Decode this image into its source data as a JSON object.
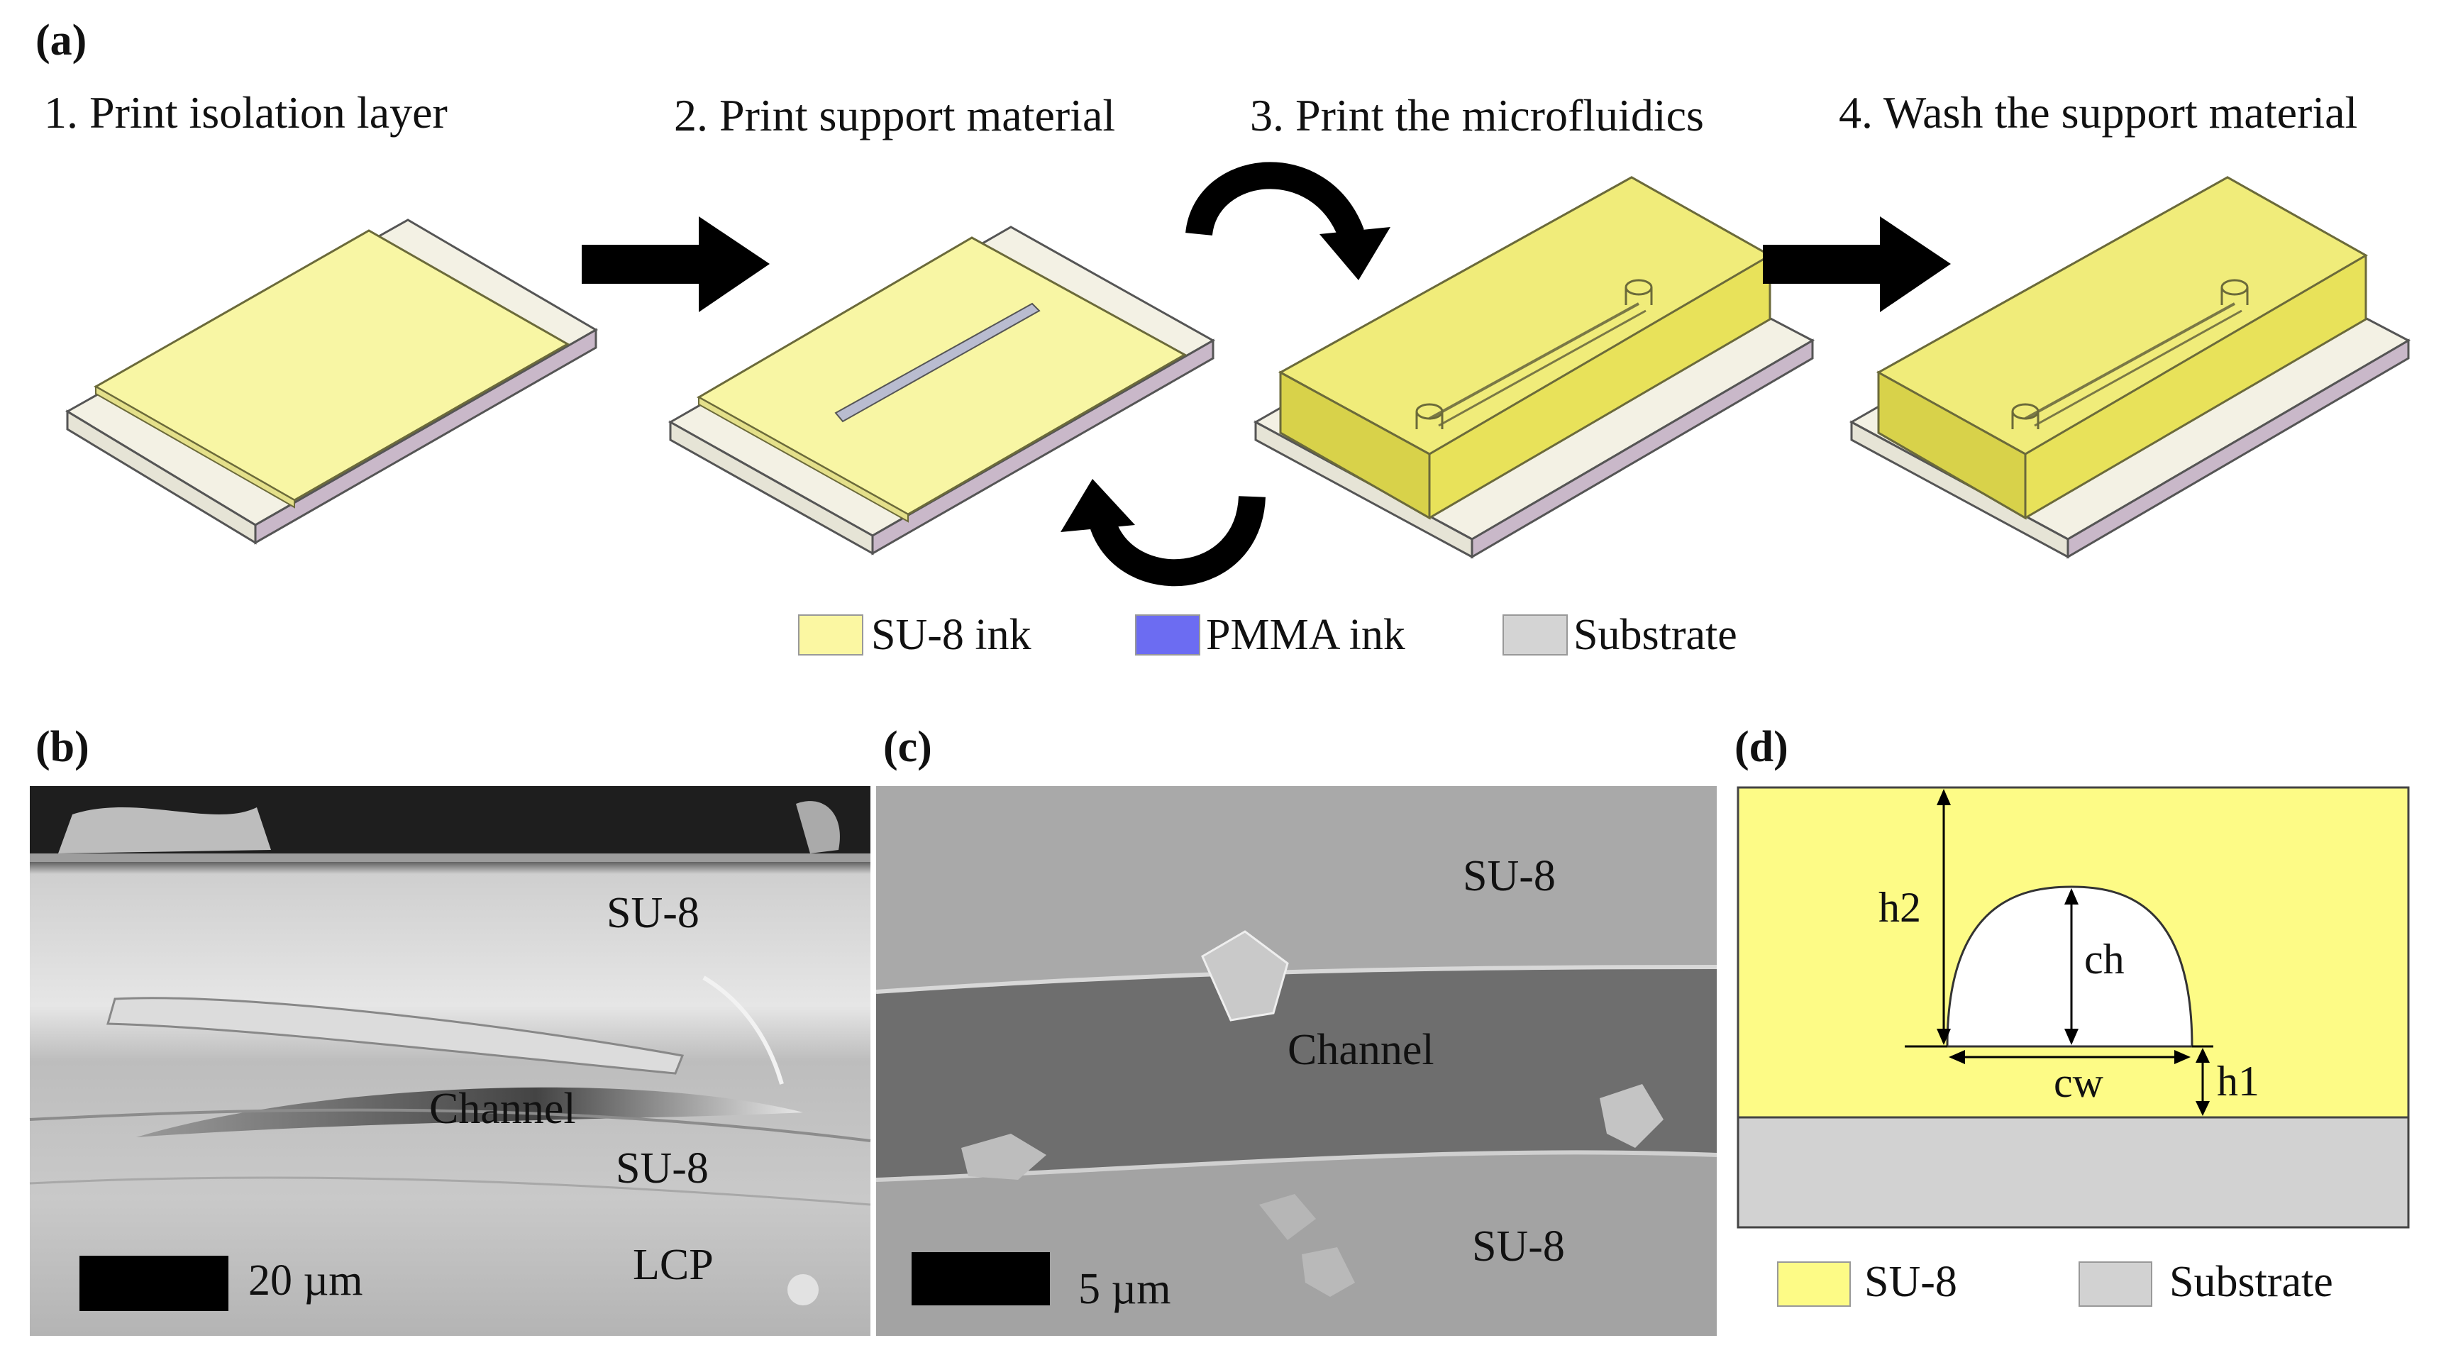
{
  "panel_a": {
    "label": "(a)",
    "steps": [
      "1. Print isolation layer",
      "2. Print support material",
      "3. Print the microfluidics",
      "4. Wash the support material"
    ],
    "legend": [
      {
        "label": "SU-8 ink",
        "color": "#fbf7a2"
      },
      {
        "label": "PMMA ink",
        "color": "#6c6cf2"
      },
      {
        "label": "Substrate",
        "color": "#d4d4d4"
      }
    ]
  },
  "panel_b": {
    "label": "(b)",
    "annotations": [
      "SU-8",
      "Channel",
      "SU-8",
      "LCP"
    ],
    "scale": "20 µm"
  },
  "panel_c": {
    "label": "(c)",
    "annotations": [
      "SU-8",
      "Channel",
      "SU-8"
    ],
    "scale": "5 µm"
  },
  "panel_d": {
    "label": "(d)",
    "dims": [
      "h2",
      "ch",
      "cw",
      "h1"
    ],
    "legend": [
      {
        "label": "SU-8",
        "color": "#fdfb86"
      },
      {
        "label": "Substrate",
        "color": "#d2d2d2"
      }
    ]
  }
}
